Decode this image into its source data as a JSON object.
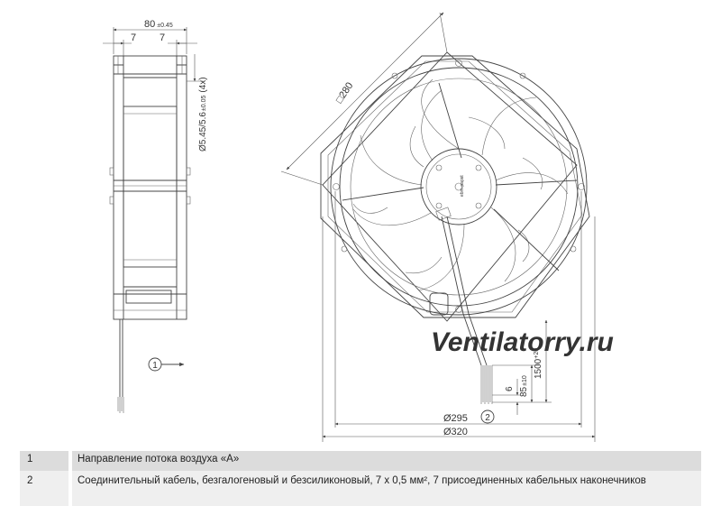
{
  "side_view": {
    "width_dim": "80",
    "width_tol": "±0.45",
    "flange_left": "7",
    "flange_right": "7",
    "hole_dim": "Ø5.45/5.6",
    "hole_tol": "±0.05",
    "hole_count": "(4x)",
    "flow_marker": "1"
  },
  "front_view": {
    "square_dim": "□280",
    "cable_length": "1500",
    "cable_length_tol": "+20",
    "strip_dim": "85",
    "strip_tol": "±10",
    "end_dim": "6",
    "cable_marker": "2",
    "outer_dim_1": "Ø295",
    "outer_dim_2": "Ø320",
    "hub_label": "ebm-papst"
  },
  "watermark": "Ventilatorry.ru",
  "legend": [
    {
      "num": "1",
      "text": "Направление потока воздуха «А»"
    },
    {
      "num": "2",
      "text": "Соединительный кабель, безгалогеновый и безсиликоновый, 7 x 0,5 мм², 7 присоединенных кабельных наконечников"
    }
  ]
}
